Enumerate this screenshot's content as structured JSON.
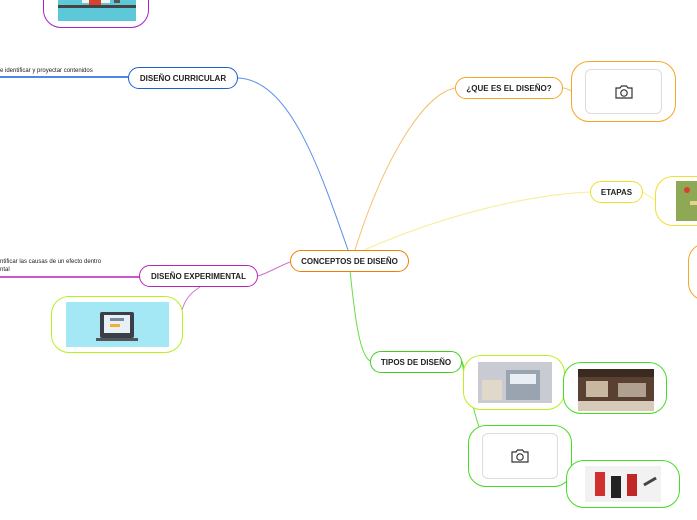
{
  "central": {
    "label": "CONCEPTOS DE DISEÑO"
  },
  "branches": {
    "que_es": {
      "label": "¿QUE ES EL DISEÑO?",
      "color": "#f5a623"
    },
    "etapas": {
      "label": "ETAPAS",
      "color": "#f0e030"
    },
    "tipos": {
      "label": "TIPOS DE DISEÑO",
      "color": "#44cc22"
    },
    "curricular": {
      "label": "DISEÑO CURRICULAR",
      "color": "#1a5fd6",
      "note": "e identificar y proyectar contenidos"
    },
    "experimental": {
      "label": "DISEÑO EXPERIMENTAL",
      "color": "#bb22bb",
      "note_line1": "ntificar las causas de un efecto dentro",
      "note_line2": "ntal"
    }
  },
  "central_color": "#f08000",
  "card_colors": {
    "lime": "#b8f020",
    "green": "#44dd22",
    "orange": "#f5a623",
    "purple": "#aa22cc"
  },
  "icons": {
    "camera": "camera-icon"
  }
}
